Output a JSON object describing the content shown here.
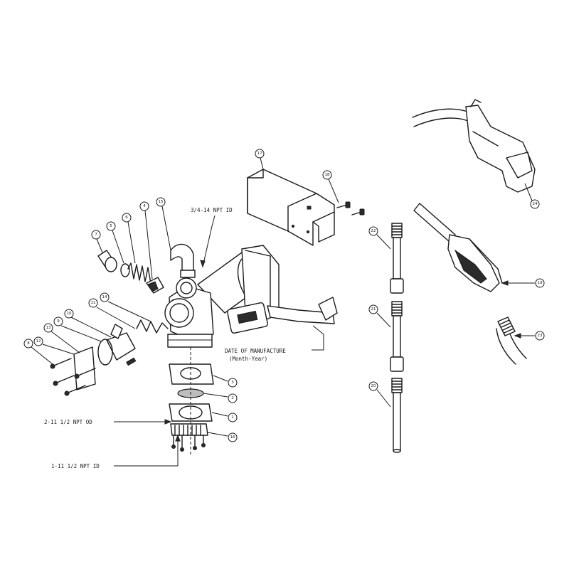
{
  "diagram": {
    "callouts": {
      "npt_top": "3/4-14 NPT ID",
      "date_line1": "DATE OF MANUFACTURE",
      "date_line2": "(Month-Year)",
      "npt_od": "2-11 1/2 NPT OD",
      "npt_id_bottom": "1-11 1/2 NPT ID"
    },
    "part_numbers": {
      "p1": "1",
      "p2": "2",
      "p3": "3",
      "p4": "4",
      "p5": "5",
      "p6": "6",
      "p7": "7",
      "p8": "8",
      "p9": "9",
      "p10": "10",
      "p11": "11",
      "p12": "12",
      "p13": "13",
      "p14": "14",
      "p15": "15",
      "p16": "16",
      "p17": "17",
      "p18": "18",
      "p19": "19",
      "p20": "20",
      "p21": "21",
      "p22": "22",
      "p23": "23",
      "p24": "24"
    },
    "colors": {
      "line": "#1a1a1a",
      "background": "#ffffff"
    }
  }
}
